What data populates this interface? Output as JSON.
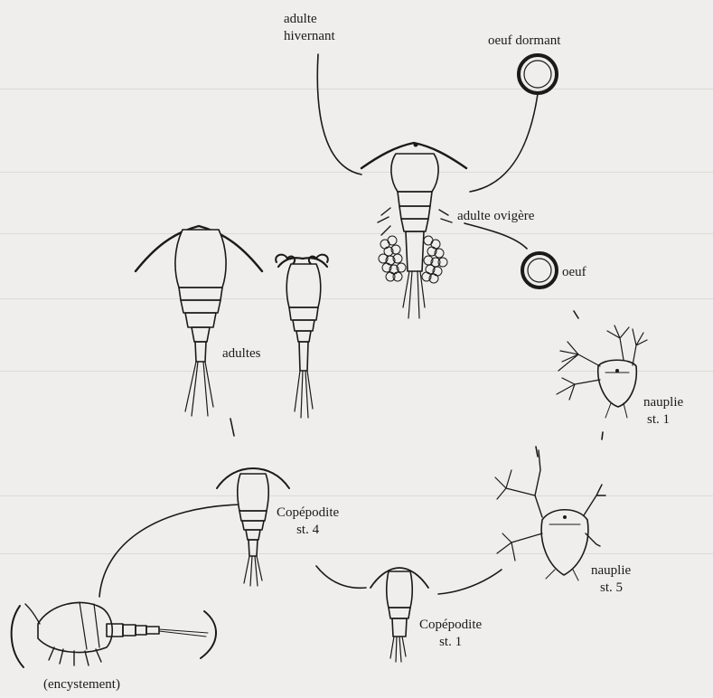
{
  "labels": {
    "adulte_hivernant": [
      "adulte",
      "hivernant"
    ],
    "oeuf_dormant": "oeuf dormant",
    "adulte_ovigere": "adulte ovigère",
    "oeuf": "oeuf",
    "adultes": "adultes",
    "nauplie_st1": [
      "nauplie",
      "st. 1"
    ],
    "copepodite_st4": [
      "Copépodite",
      "st. 4"
    ],
    "nauplie_st5": [
      "nauplie",
      "st. 5"
    ],
    "copepodite_st1": [
      "Copépodite",
      "st. 1"
    ],
    "encystement": "(encystement)"
  },
  "colors": {
    "ink": "#1a1a1a",
    "paper": "#efeeec"
  }
}
